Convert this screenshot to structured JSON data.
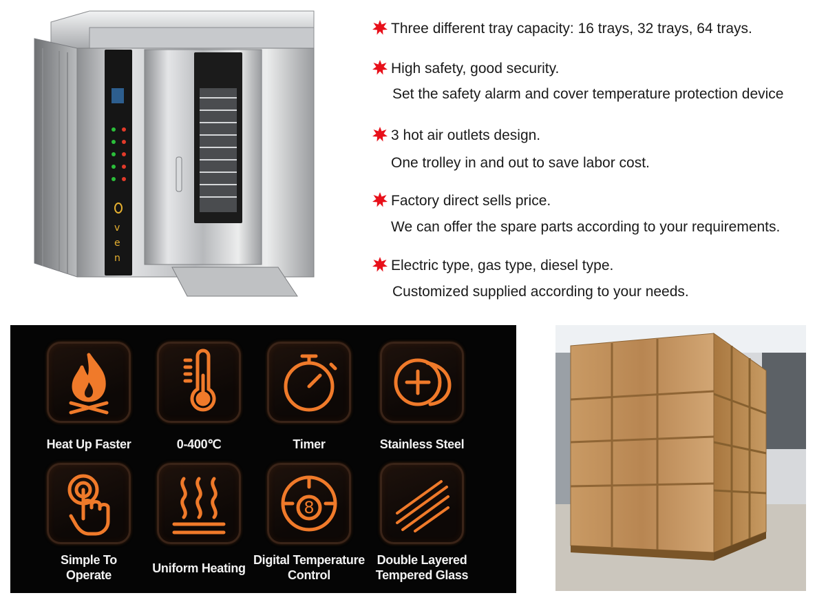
{
  "product": {
    "name": "rotary oven",
    "panel_label": "Oven"
  },
  "features": [
    {
      "title": "Three different tray capacity: 16 trays, 32 trays, 64 trays.",
      "detail": ""
    },
    {
      "title": "High safety, good security.",
      "detail": "Set the safety alarm and cover temperature protection device"
    },
    {
      "title": "3 hot air outlets design.",
      "detail": "One trolley in and out to save labor cost."
    },
    {
      "title": "Factory direct sells price.",
      "detail": "We can offer the spare parts according to your requirements."
    },
    {
      "title": "Electric type, gas type, diesel type.",
      "detail": "Customized supplied according to your needs."
    }
  ],
  "icon_grid": [
    {
      "label1": "Heat Up Faster",
      "label2": "",
      "icon": "flame-icon"
    },
    {
      "label1": "0-400℃",
      "label2": "",
      "icon": "thermometer-icon"
    },
    {
      "label1": "Timer",
      "label2": "",
      "icon": "stopwatch-icon"
    },
    {
      "label1": "Stainless Steel",
      "label2": "",
      "icon": "steel-coin-icon"
    },
    {
      "label1": "Simple To",
      "label2": "Operate",
      "icon": "touch-hand-icon"
    },
    {
      "label1": "Uniform Heating",
      "label2": "",
      "icon": "heat-waves-icon"
    },
    {
      "label1": "Digital Temperature",
      "label2": "Control",
      "icon": "digital-dial-icon"
    },
    {
      "label1": "Double Layered",
      "label2": "Tempered Glass",
      "icon": "glass-pane-icon"
    }
  ],
  "colors": {
    "star": "#e8101a",
    "icon_orange": "#f07a2a",
    "panel_bg": "#050505",
    "text": "#1a1a1a"
  }
}
